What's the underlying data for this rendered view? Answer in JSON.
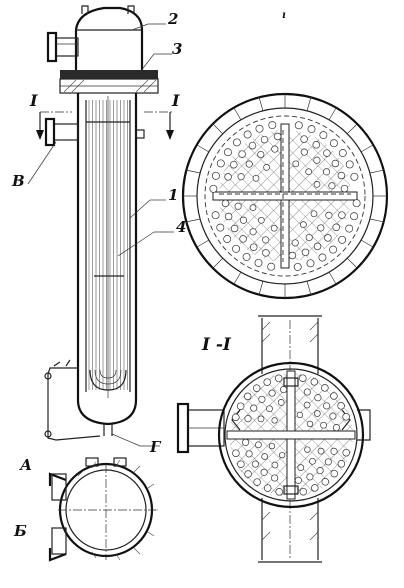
{
  "labels": {
    "part_1": "1",
    "part_2": "2",
    "part_3": "3",
    "part_4": "4",
    "section_mark_left": "I",
    "section_mark_right": "I",
    "nozzle_v": "В",
    "nozzle_g": "Г",
    "nozzle_a": "А",
    "nozzle_b": "Б",
    "section_title": "I -I",
    "page_mark": "ı"
  }
}
